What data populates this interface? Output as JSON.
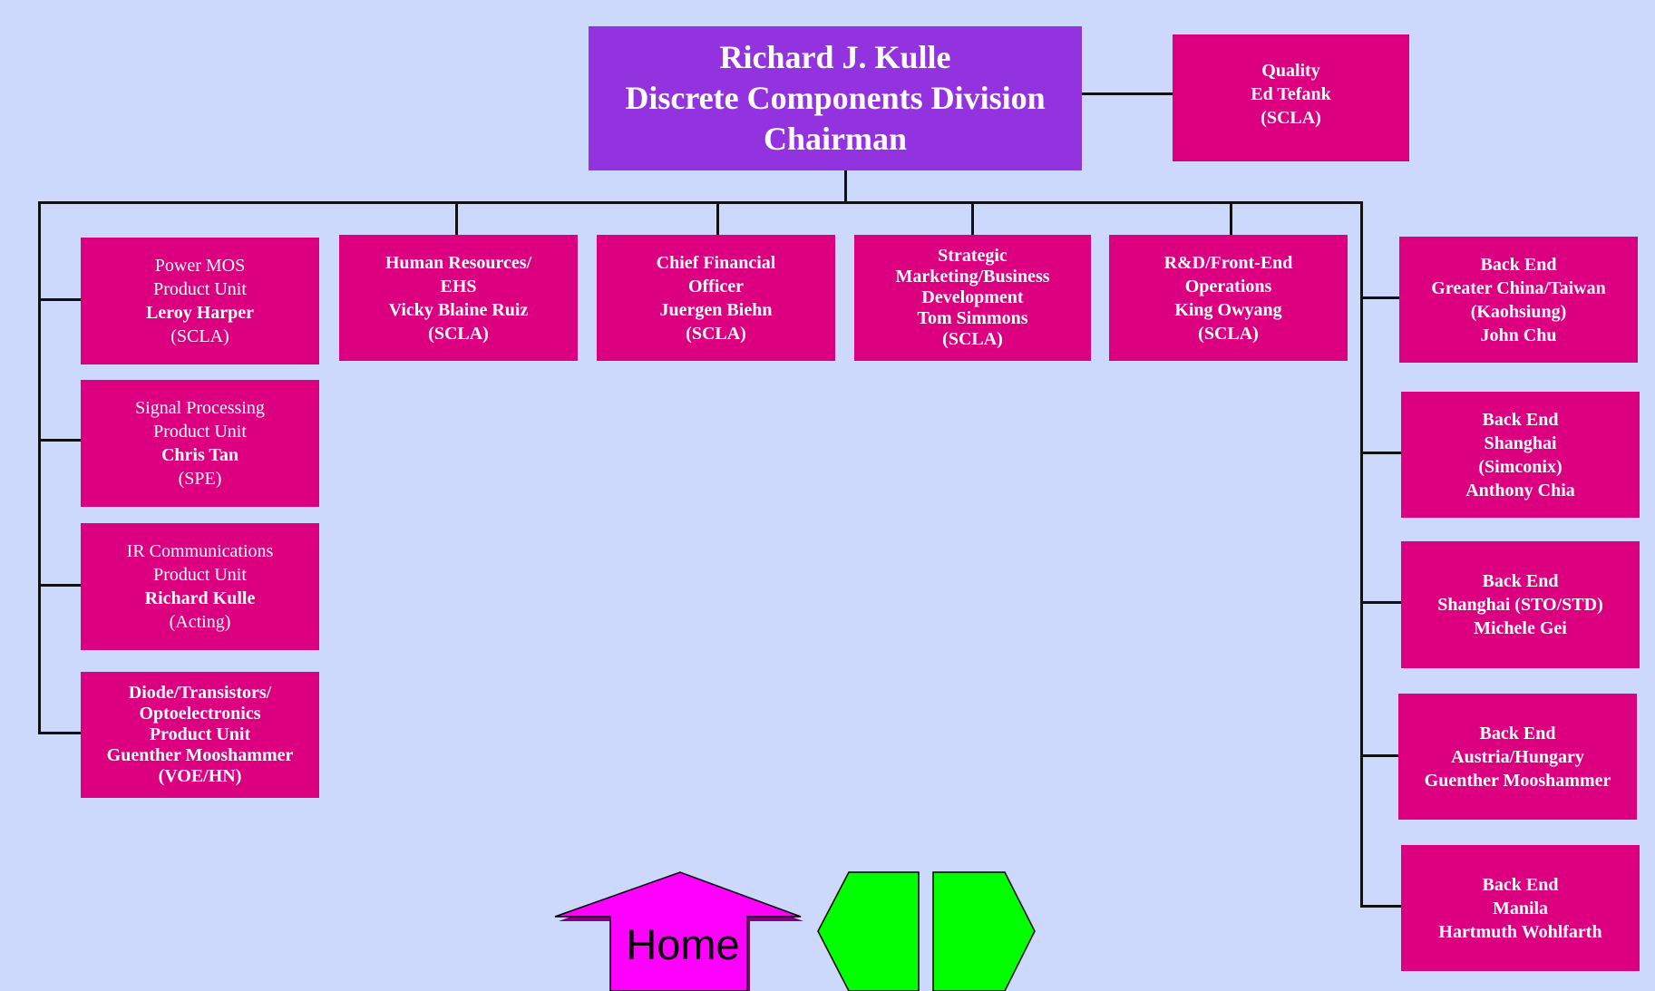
{
  "chairman": {
    "line1": "Richard J. Kulle",
    "line2": "Discrete Components Division",
    "line3": "Chairman"
  },
  "quality": {
    "line1": "Quality",
    "line2": "Ed Tefank",
    "line3": "(SCLA)"
  },
  "staff": [
    {
      "line1": "Human Resources/",
      "line2": "EHS",
      "line3": "Vicky Blaine Ruiz",
      "line4": "(SCLA)"
    },
    {
      "line1": "Chief Financial",
      "line2": "Officer",
      "line3": "Juergen Biehn",
      "line4": "(SCLA)"
    },
    {
      "line1": "Strategic",
      "line2": "Marketing/Business",
      "line3": "Development",
      "line4": "Tom Simmons",
      "line5": "(SCLA)"
    },
    {
      "line1": "R&D/Front-End",
      "line2": "Operations",
      "line3": "King Owyang",
      "line4": "(SCLA)"
    }
  ],
  "product_units": [
    {
      "line1": "Power MOS",
      "line2": "Product Unit",
      "line3": "Leroy Harper",
      "line4": "(SCLA)"
    },
    {
      "line1": "Signal Processing",
      "line2": "Product Unit",
      "line3": "Chris Tan",
      "line4": "(SPE)"
    },
    {
      "line1": "IR Communications",
      "line2": "Product Unit",
      "line3": "Richard Kulle",
      "line4": "(Acting)"
    },
    {
      "line1": "Diode/Transistors/",
      "line2": "Optoelectronics",
      "line3": "Product Unit",
      "line4": "Guenther Mooshammer",
      "line5": "(VOE/HN)"
    }
  ],
  "back_end": [
    {
      "line1": "Back End",
      "line2": "Greater China/Taiwan",
      "line3": "(Kaohsiung)",
      "line4": "John Chu"
    },
    {
      "line1": "Back End",
      "line2": "Shanghai",
      "line3": "(Simconix)",
      "line4": "Anthony Chia"
    },
    {
      "line1": "Back End",
      "line2": "Shanghai (STO/STD)",
      "line3": "Michele Gei"
    },
    {
      "line1": "Back End",
      "line2": "Austria/Hungary",
      "line3": "Guenther Mooshammer"
    },
    {
      "line1": "Back End",
      "line2": "Manila",
      "line3": "Hartmuth Wohlfarth"
    }
  ],
  "nav": {
    "home_label": "Home"
  },
  "colors": {
    "background": "#ccd8fc",
    "chairman_box": "#9333e0",
    "unit_box": "#dc0080",
    "home_arrow": "#ff00ff",
    "prev_next_buttons": "#00ff00",
    "connector": "#111111"
  }
}
